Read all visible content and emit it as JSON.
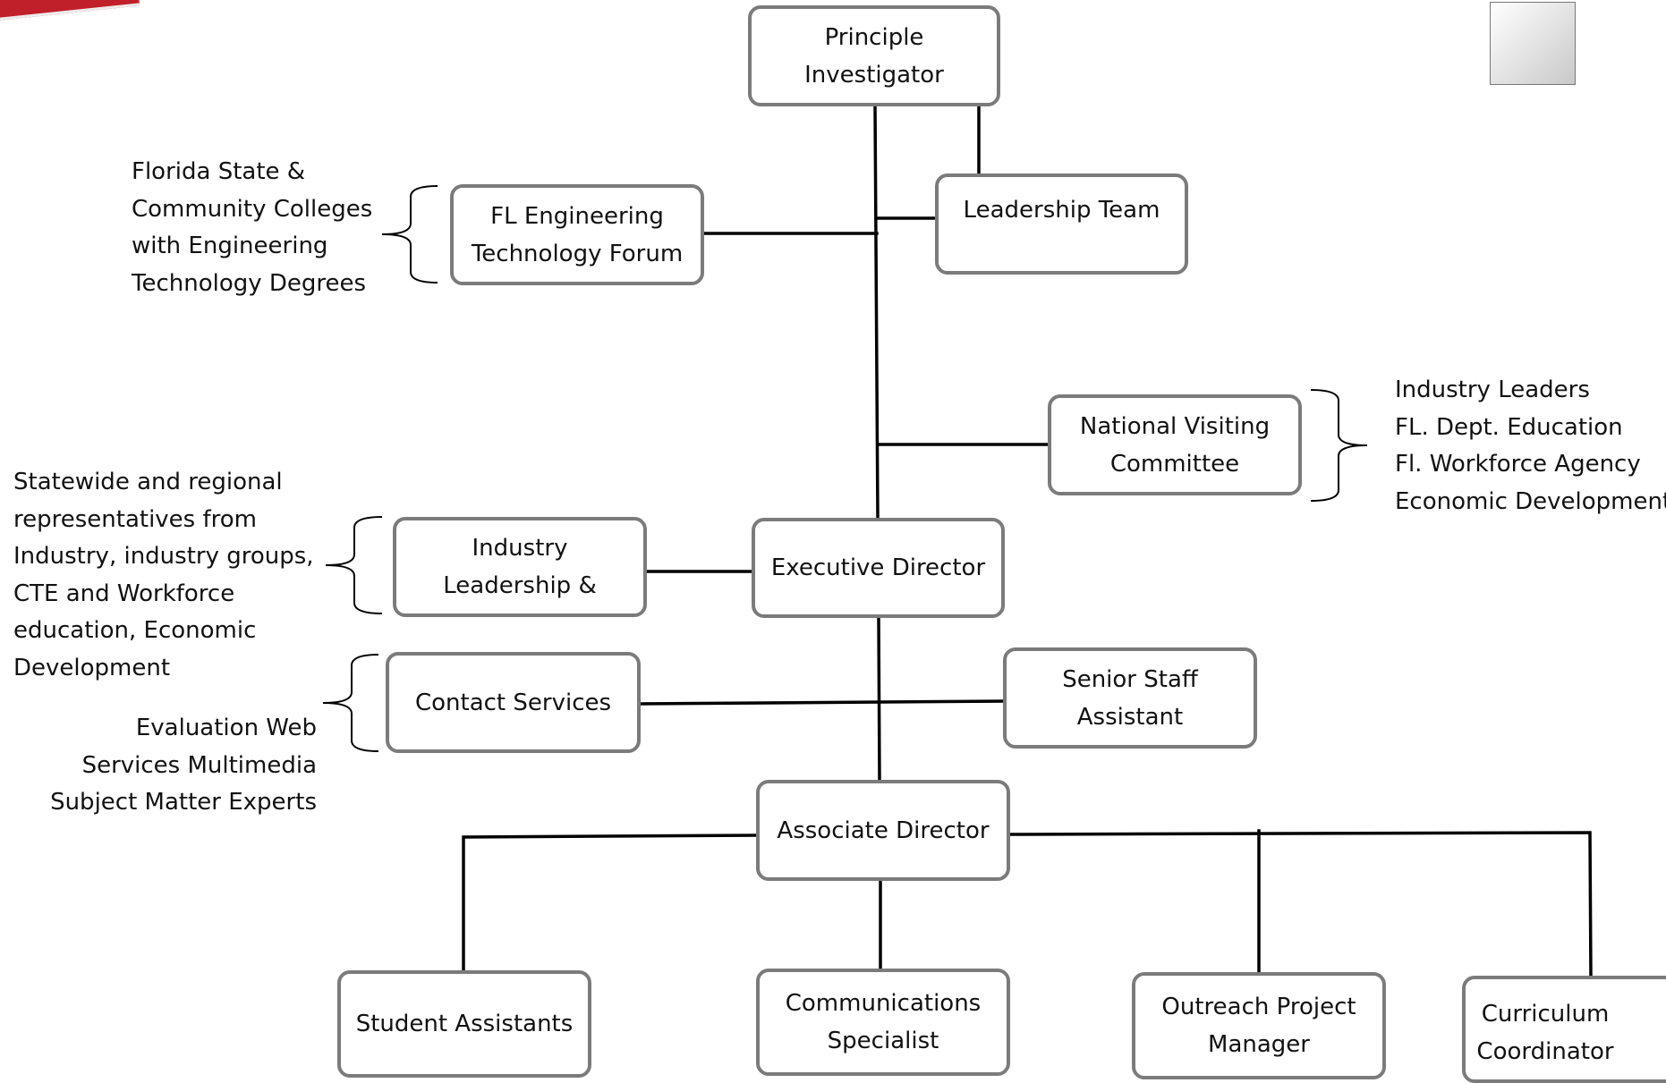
{
  "boxes": {
    "principal": [
      "Principle",
      "Investigator"
    ],
    "leadership_team": [
      "Leadership Team"
    ],
    "fl_forum": [
      "FL Engineering",
      "Technology Forum"
    ],
    "nvc": [
      "National Visiting",
      "Committee"
    ],
    "executive_director": [
      "Executive Director"
    ],
    "industry_leadership": [
      "Industry",
      "Leadership &"
    ],
    "contact_services": [
      "Contact Services"
    ],
    "senior_staff": [
      "Senior Staff",
      "Assistant"
    ],
    "associate_director": [
      "Associate Director"
    ],
    "student_assistants": [
      "Student Assistants"
    ],
    "communications": [
      "Communications",
      "Specialist"
    ],
    "outreach": [
      "Outreach Project",
      "Manager"
    ],
    "curriculum": [
      "Curriculum",
      "Coordinator"
    ]
  },
  "notes": {
    "forum_members": [
      "Florida State &",
      "Community Colleges",
      "with Engineering",
      "Technology Degrees"
    ],
    "nvc_members": [
      "Industry Leaders",
      "FL. Dept. Education",
      "Fl. Workforce Agency",
      "Economic Development"
    ],
    "industry_members": [
      "Statewide and regional",
      "representatives from",
      "Industry, industry groups,",
      "CTE and Workforce",
      "education, Economic",
      "Development"
    ],
    "contact_services_members": [
      "Evaluation Web",
      "Services Multimedia",
      "Subject Matter Experts"
    ]
  },
  "colors": {
    "box_border": "#7b7b7b",
    "connector": "#000000",
    "corner_tab": "#c0202a"
  }
}
